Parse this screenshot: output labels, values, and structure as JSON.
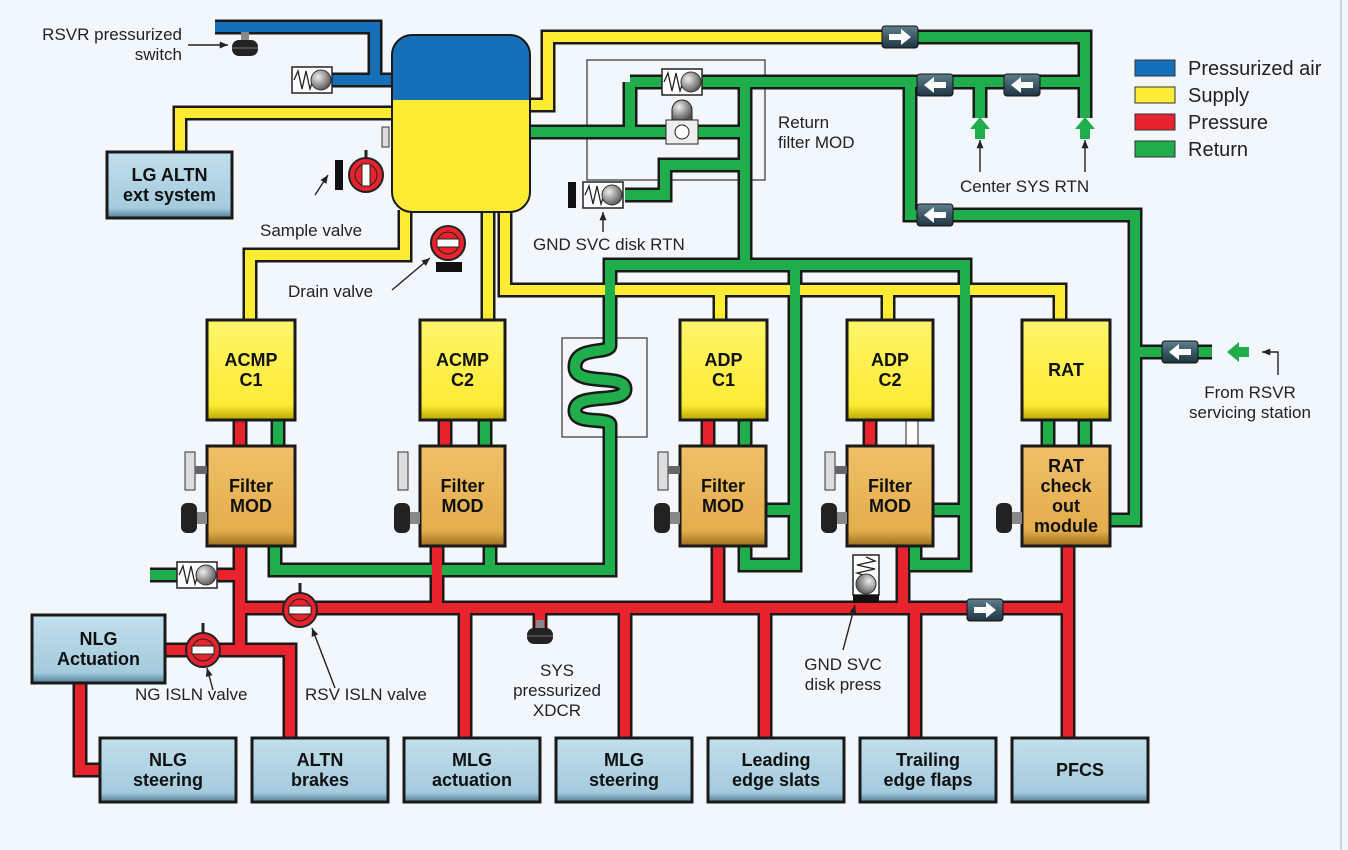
{
  "legend": [
    {
      "label": "Pressurized air",
      "color": "#1670b8"
    },
    {
      "label": "Supply",
      "color": "#fdeb34"
    },
    {
      "label": "Pressure",
      "color": "#e8232e"
    },
    {
      "label": "Return",
      "color": "#1fae4b"
    }
  ],
  "components": {
    "lg_altn": [
      "LG ALTN",
      "ext system"
    ],
    "acmp_c1": [
      "ACMP",
      "C1"
    ],
    "acmp_c2": [
      "ACMP",
      "C2"
    ],
    "adp_c1": [
      "ADP",
      "C1"
    ],
    "adp_c2": [
      "ADP",
      "C2"
    ],
    "rat": [
      "RAT"
    ],
    "filter": [
      "Filter",
      "MOD"
    ],
    "rat_check": [
      "RAT",
      "check",
      "out",
      "module"
    ],
    "nlg_actuation": [
      "NLG",
      "Actuation"
    ],
    "nlg_steering": [
      "NLG",
      "steering"
    ],
    "altn_brakes": [
      "ALTN",
      "brakes"
    ],
    "mlg_actuation": [
      "MLG",
      "actuation"
    ],
    "mlg_steering": [
      "MLG",
      "steering"
    ],
    "leading_edge": [
      "Leading",
      "edge slats"
    ],
    "trailing_edge": [
      "Trailing",
      "edge flaps"
    ],
    "pfcs": [
      "PFCS"
    ]
  },
  "labels": {
    "rsvr_switch": [
      "RSVR pressurized",
      "switch"
    ],
    "sample_valve": "Sample valve",
    "drain_valve": "Drain valve",
    "gnd_svc_rtn": "GND SVC disk RTN",
    "return_filter": [
      "Return",
      "filter MOD"
    ],
    "center_sys_rtn": "Center SYS RTN",
    "from_rsvr": [
      "From RSVR",
      "servicing station"
    ],
    "ng_isln": "NG ISLN valve",
    "rsv_isln": "RSV ISLN valve",
    "sys_xdcr": [
      "SYS",
      "pressurized",
      "XDCR"
    ],
    "gnd_svc_press": [
      "GND SVC",
      "disk press"
    ]
  }
}
